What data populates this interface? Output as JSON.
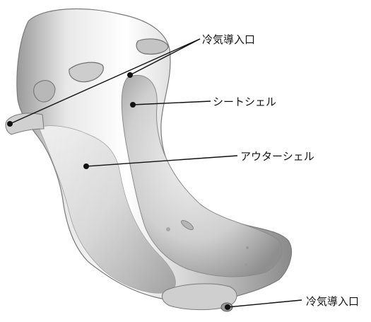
{
  "labels": {
    "cool_air_inlet_top": "冷気導入口",
    "seat_shell": "シートシェル",
    "outer_shell": "アウターシェル",
    "cool_air_inlet_bottom": "冷気導入口"
  },
  "colors": {
    "background": "#ffffff",
    "seat_body": "#d9d9d9",
    "seat_shadow": "#8c8c8c",
    "leader_line": "#111111"
  }
}
